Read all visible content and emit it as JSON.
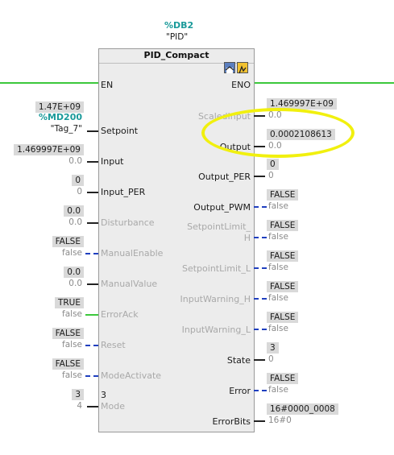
{
  "header": {
    "db_name": "%DB2",
    "db_symbol": "\"PID\""
  },
  "block": {
    "title": "PID_Compact"
  },
  "inputs": [
    {
      "pin": "EN"
    },
    {
      "pin": "Setpoint",
      "value": "1.47E+09",
      "address": "%MD200",
      "tag": "\"Tag_7\""
    },
    {
      "pin": "Input",
      "value": "1.469997E+09",
      "sub": "0.0"
    },
    {
      "pin": "Input_PER",
      "value": "0",
      "sub": "0"
    },
    {
      "pin": "Disturbance",
      "value": "0.0",
      "sub": "0.0"
    },
    {
      "pin": "ManualEnable",
      "value": "FALSE",
      "sub": "false"
    },
    {
      "pin": "ManualValue",
      "value": "0.0",
      "sub": "0.0"
    },
    {
      "pin": "ErrorAck",
      "value": "TRUE",
      "sub": "false"
    },
    {
      "pin": "Reset",
      "value": "FALSE",
      "sub": "false"
    },
    {
      "pin": "ModeActivate",
      "value": "FALSE",
      "sub": "false"
    },
    {
      "pin": "Mode",
      "value": "3",
      "sub": "4",
      "inner": "3"
    }
  ],
  "outputs": [
    {
      "pin": "ENO"
    },
    {
      "pin": "ScaledInput",
      "value": "1.469997E+09",
      "sub": "0.0"
    },
    {
      "pin": "Output",
      "value": "0.0002108613",
      "sub": "0.0"
    },
    {
      "pin": "Output_PER",
      "value": "0",
      "sub": "0"
    },
    {
      "pin": "Output_PWM",
      "value": "FALSE",
      "sub": "false"
    },
    {
      "pin_line1": "SetpointLimit_",
      "pin_line2": "H",
      "value": "FALSE",
      "sub": "false"
    },
    {
      "pin": "SetpointLimit_L",
      "value": "FALSE",
      "sub": "false"
    },
    {
      "pin": "InputWarning_H",
      "value": "FALSE",
      "sub": "false"
    },
    {
      "pin": "InputWarning_L",
      "value": "FALSE",
      "sub": "false"
    },
    {
      "pin": "State",
      "value": "3",
      "sub": "0"
    },
    {
      "pin": "Error",
      "value": "FALSE",
      "sub": "false"
    },
    {
      "pin": "ErrorBits",
      "value": "16#0000_0008",
      "sub": "16#0"
    }
  ],
  "colors": {
    "highlight": "#f1f00e",
    "power_rail": "#3cc83c",
    "address": "#1a9a9a",
    "boolean_wire": "#1f3fbf"
  }
}
